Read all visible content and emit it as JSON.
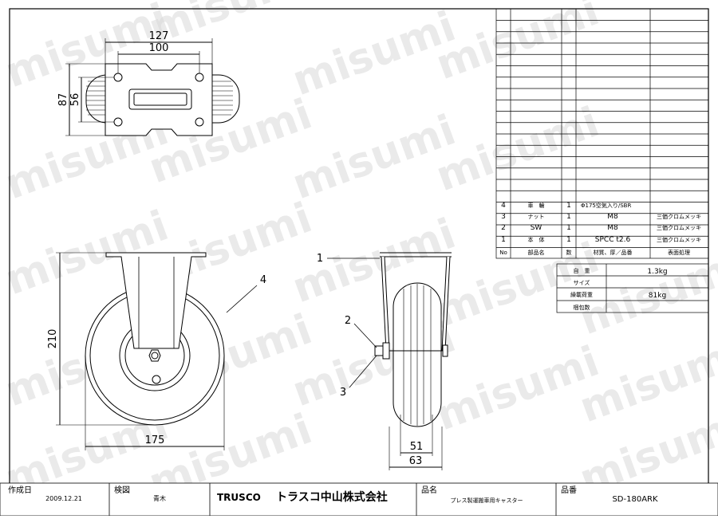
{
  "watermark": "misumi",
  "dimensions": {
    "top_width_outer": "127",
    "top_width_inner": "100",
    "top_height_outer": "87",
    "top_height_inner": "56",
    "front_height": "210",
    "front_width": "175",
    "side_width_inner": "51",
    "side_width_outer": "63"
  },
  "callouts": {
    "body": "1",
    "sw": "2",
    "nut": "3",
    "wheel": "4"
  },
  "parts_table": {
    "rows": [
      {
        "no": "4",
        "name": "車　輪",
        "qty": "1",
        "material": "Φ175空気入り/SBR",
        "finish": ""
      },
      {
        "no": "3",
        "name": "ナット",
        "qty": "1",
        "material": "M8",
        "finish": "三価クロムメッキ"
      },
      {
        "no": "2",
        "name": "SW",
        "qty": "1",
        "material": "M8",
        "finish": "三価クロムメッキ"
      },
      {
        "no": "1",
        "name": "本　体",
        "qty": "1",
        "material": "SPCC t2.6",
        "finish": "三価クロムメッキ"
      }
    ],
    "header": {
      "no": "No",
      "name": "部品名",
      "qty": "数",
      "material": "材質、厚／品番",
      "finish": "表面処理"
    }
  },
  "spec_table": [
    {
      "label": "自　重",
      "value": "1.3kg"
    },
    {
      "label": "サイズ",
      "value": ""
    },
    {
      "label": "繰載荷重",
      "value": "81kg"
    },
    {
      "label": "梱包数",
      "value": ""
    }
  ],
  "title_block": {
    "created_label": "作成日",
    "created_value": "2009.12.21",
    "check_label": "検図",
    "check_value": "青木",
    "brand": "TRUSCO",
    "company": "トラスコ中山株式会社",
    "product_name_label": "品名",
    "product_name_value": "プレス製運搬車用キャスター",
    "part_no_label": "品番",
    "part_no_value": "SD-180ARK"
  }
}
